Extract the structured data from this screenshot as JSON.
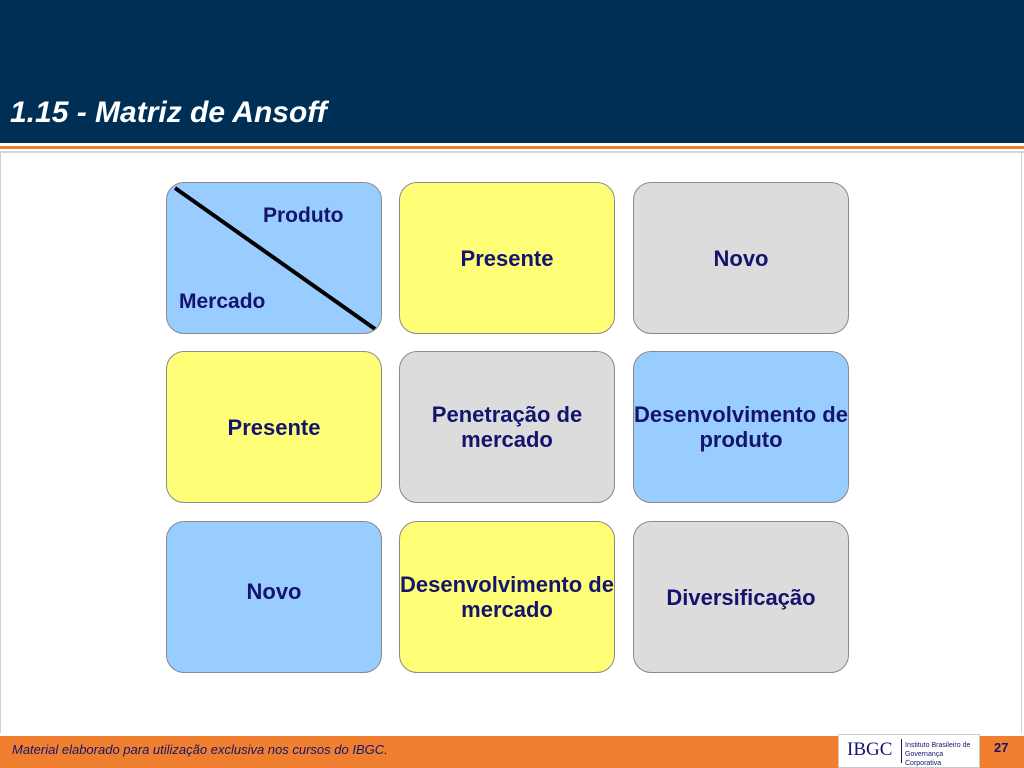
{
  "slide": {
    "title": "1.15 - Matriz de Ansoff",
    "page_number": "27",
    "footer_text": "Material elaborado para utilização exclusiva nos cursos do IBGC."
  },
  "logo": {
    "text": "IBGC",
    "subtitle": "Instituto Brasileiro de Governança Corporativa"
  },
  "matrix": {
    "corner": {
      "top_label": "Produto",
      "bottom_label": "Mercado"
    },
    "product_headers": [
      "Presente",
      "Novo"
    ],
    "market_headers": [
      "Presente",
      "Novo"
    ],
    "cells": [
      [
        "Penetração de mercado",
        "Desenvolvimento de produto"
      ],
      [
        "Desenvolvimento de mercado",
        "Diversificação"
      ]
    ]
  },
  "colors": {
    "header_bg": "#002f56",
    "accent_orange": "#f08030",
    "text_navy": "#14146e",
    "cell_blue": "#99ccff",
    "cell_yellow": "#ffff77",
    "cell_grey": "#dcdcdc"
  }
}
